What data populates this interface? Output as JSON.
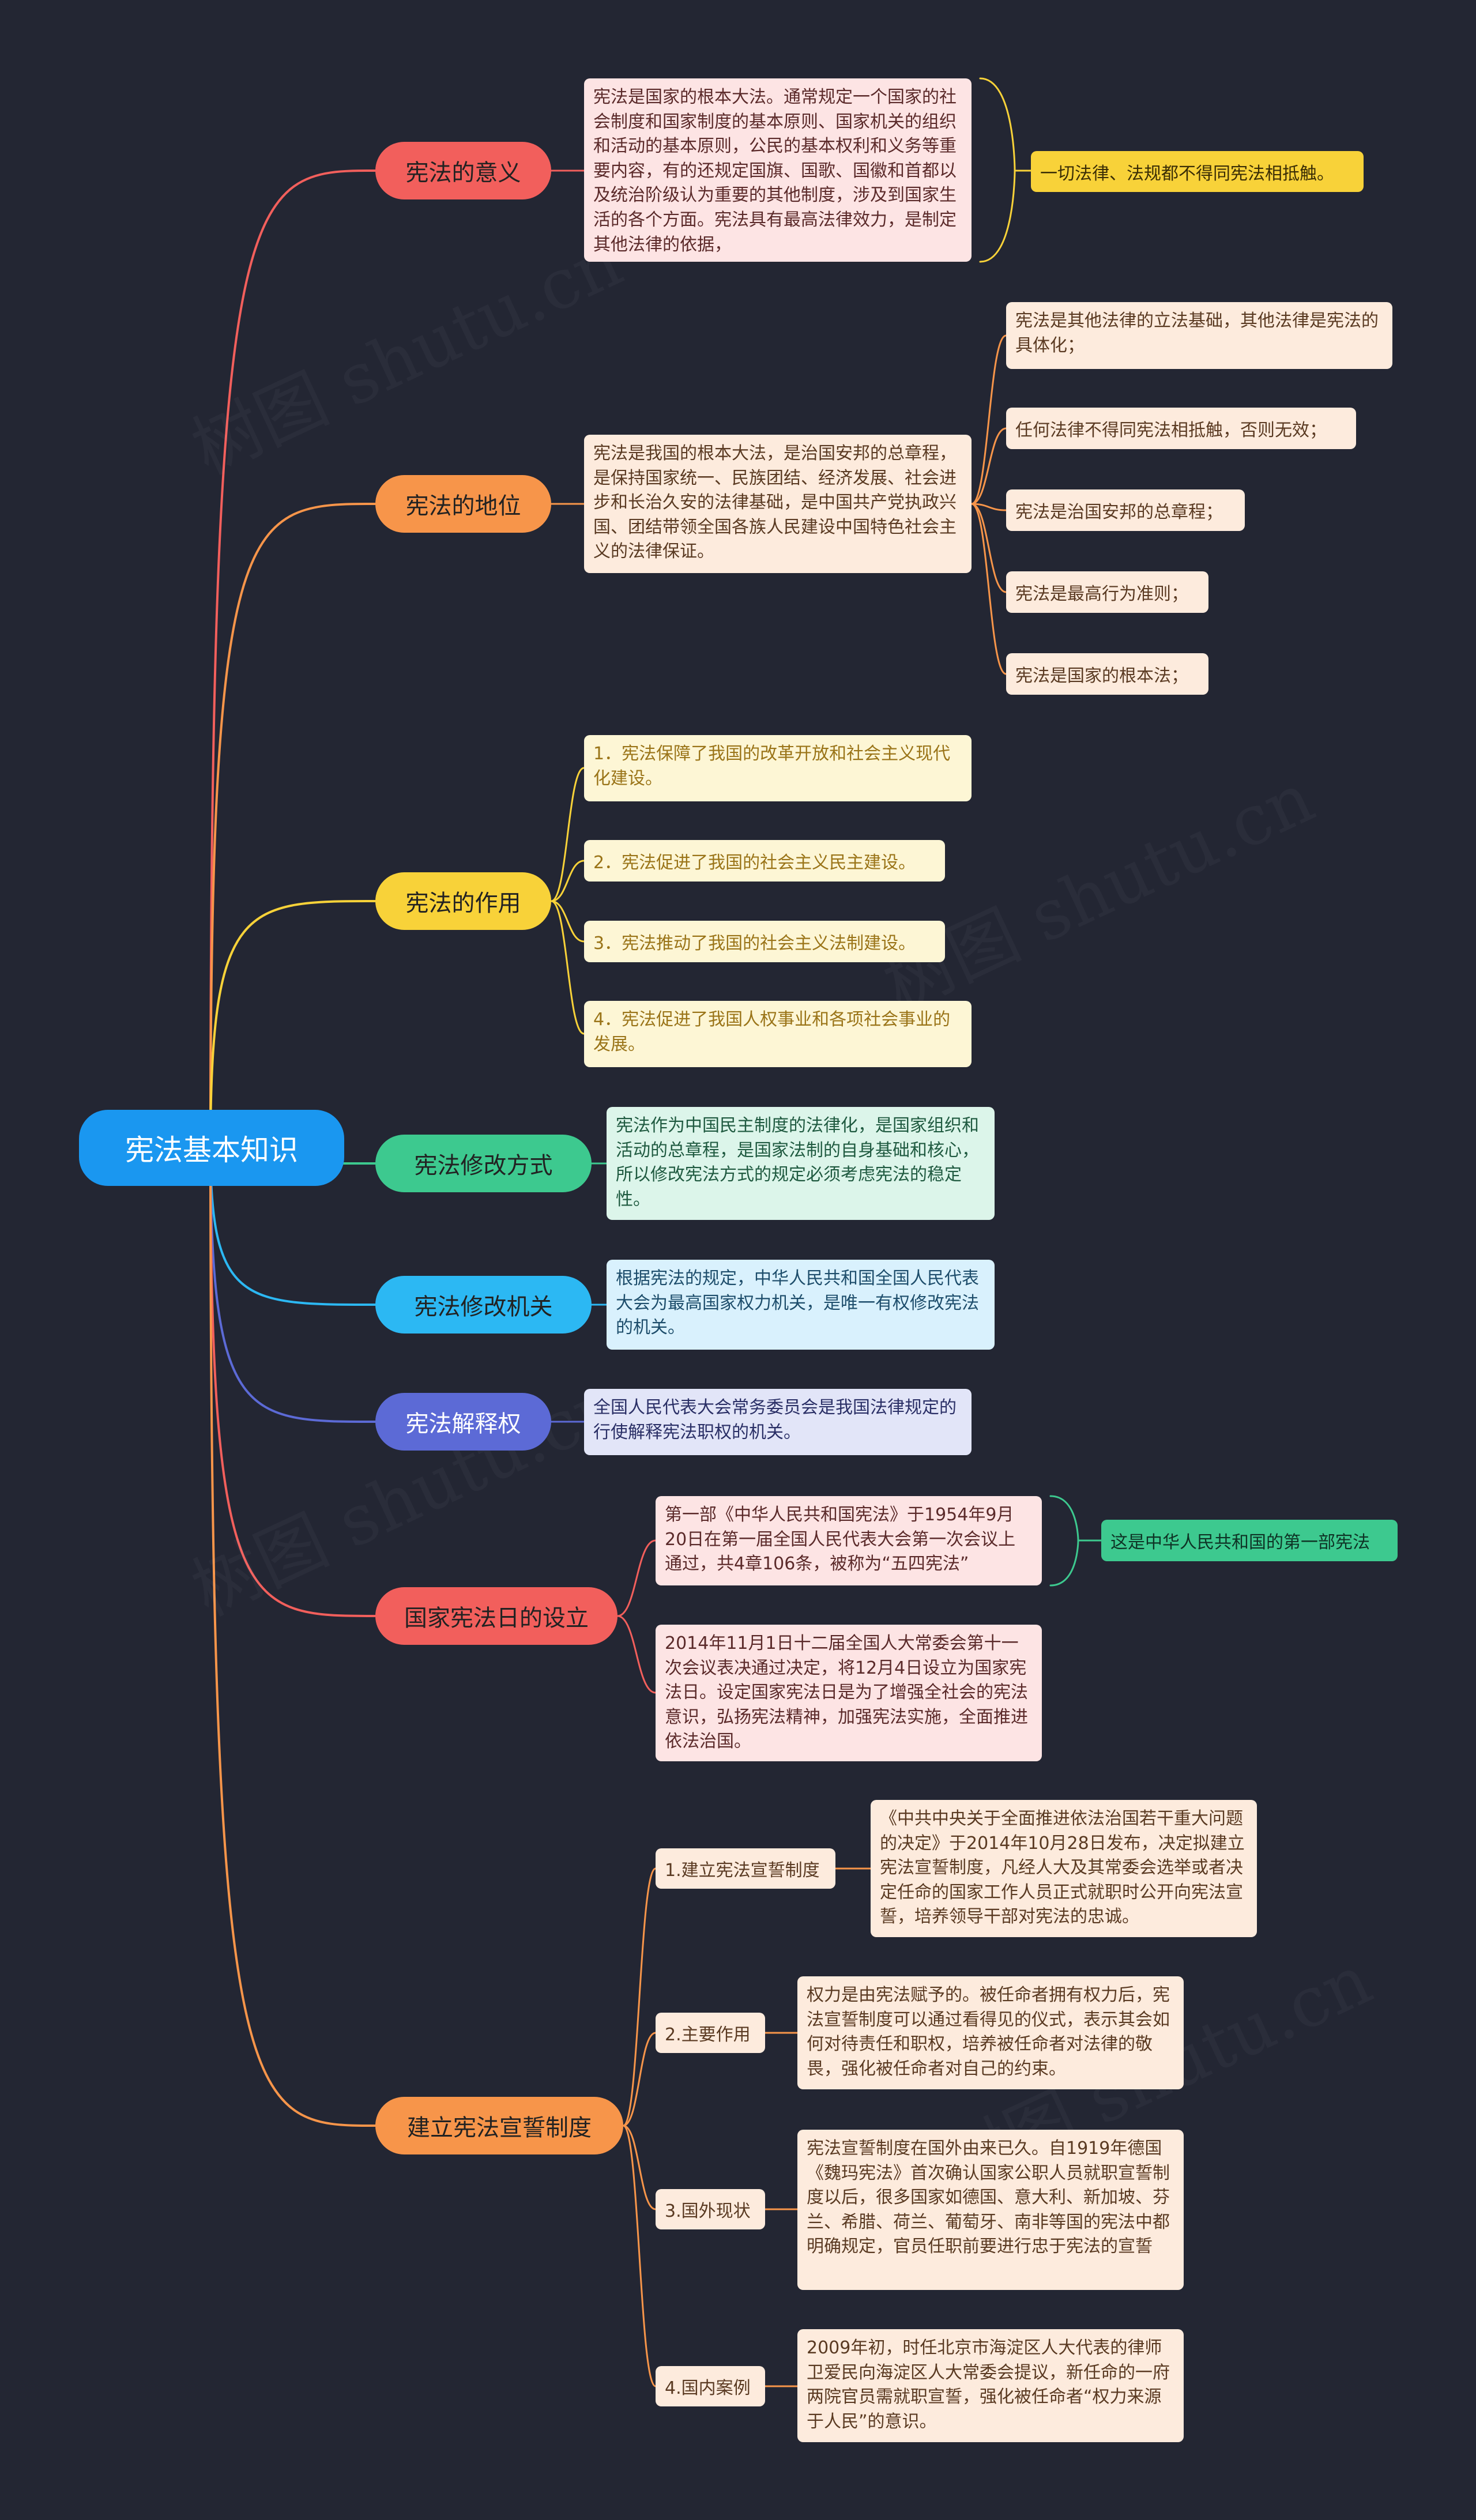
{
  "root": {
    "title": "宪法基本知识",
    "color": "#1a97f0"
  },
  "branches": [
    {
      "id": "b1",
      "label": "宪法的意义",
      "color": "#f25f5c",
      "items": [
        "宪法是国家的根本大法。通常规定一个国家的社会制度和国家制度的基本原则、国家机关的组织和活动的基本原则，公民的基本权利和义务等重要内容，有的还规定国旗、国歌、国徽和首都以及统治阶级认为重要的其他制度，涉及到国家生活的各个方面。宪法具有最高法律效力，是制定其他法律的依据，"
      ],
      "summary": "一切法律、法规都不得同宪法相抵触。"
    },
    {
      "id": "b2",
      "label": "宪法的地位",
      "color": "#f7954a",
      "items": [
        "宪法是我国的根本大法，是治国安邦的总章程，是保持国家统一、民族团结、经济发展、社会进步和长治久安的法律基础，是中国共产党执政兴国、团结带领全国各族人民建设中国特色社会主义的法律保证。"
      ],
      "subitems": [
        "宪法是其他法律的立法基础，其他法律是宪法的具体化；",
        "任何法律不得同宪法相抵触，否则无效；",
        "宪法是治国安邦的总章程；",
        "宪法是最高行为准则；",
        "宪法是国家的根本法；"
      ]
    },
    {
      "id": "b3",
      "label": "宪法的作用",
      "color": "#f8d239",
      "items": [
        "1．宪法保障了我国的改革开放和社会主义现代化建设。",
        "2．宪法促进了我国的社会主义民主建设。",
        "3．宪法推动了我国的社会主义法制建设。",
        "4．宪法促进了我国人权事业和各项社会事业的发展。"
      ]
    },
    {
      "id": "b4",
      "label": "宪法修改方式",
      "color": "#3dc98f",
      "items": [
        "宪法作为中国民主制度的法律化，是国家组织和活动的总章程，是国家法制的自身基础和核心，所以修改宪法方式的规定必须考虑宪法的稳定性。"
      ]
    },
    {
      "id": "b5",
      "label": "宪法修改机关",
      "color": "#2cb8f3",
      "items": [
        "根据宪法的规定，中华人民共和国全国人民代表大会为最高国家权力机关，是唯一有权修改宪法的机关。"
      ]
    },
    {
      "id": "b6",
      "label": "宪法解释权",
      "color": "#5c6ad6",
      "items": [
        "全国人民代表大会常务委员会是我国法律规定的行使解释宪法职权的机关。"
      ]
    },
    {
      "id": "b7",
      "label": "国家宪法日的设立",
      "color": "#f25f5c",
      "items": [
        "第一部《中华人民共和国宪法》于1954年9月20日在第一届全国人民代表大会第一次会议上通过，共4章106条，被称为“五四宪法”",
        "2014年11月1日十二届全国人大常委会第十一次会议表决通过决定，将12月4日设立为国家宪法日。设定国家宪法日是为了增强全社会的宪法意识，弘扬宪法精神，加强宪法实施，全面推进依法治国。"
      ],
      "summary": "这是中华人民共和国的第一部宪法"
    },
    {
      "id": "b8",
      "label": "建立宪法宣誓制度",
      "color": "#f7954a",
      "subbranches": [
        {
          "label": "1.建立宪法宣誓制度",
          "text": "《中共中央关于全面推进依法治国若干重大问题的决定》于2014年10月28日发布，决定拟建立宪法宣誓制度，凡经人大及其常委会选举或者决定任命的国家工作人员正式就职时公开向宪法宣誓，培养领导干部对宪法的忠诚。"
        },
        {
          "label": "2.主要作用",
          "text": "权力是由宪法赋予的。被任命者拥有权力后，宪法宣誓制度可以通过看得见的仪式，表示其会如何对待责任和职权，培养被任命者对法律的敬畏，强化被任命者对自己的约束。"
        },
        {
          "label": "3.国外现状",
          "text": "宪法宣誓制度在国外由来已久。自1919年德国《魏玛宪法》首次确认国家公职人员就职宣誓制度以后，很多国家如德国、意大利、新加坡、芬兰、希腊、荷兰、葡萄牙、南非等国的宪法中都明确规定，官员任职前要进行忠于宪法的宣誓"
        },
        {
          "label": "4.国内案例",
          "text": "2009年初，时任北京市海淀区人大代表的律师卫爱民向海淀区人大常委会提议，新任命的一府两院官员需就职宣誓，强化被任命者“权力来源于人民”的意识。"
        }
      ]
    }
  ],
  "palette": {
    "background": "#232633",
    "leaf_red_bg": "#fde4e4",
    "leaf_red_fg": "#5b2a2a",
    "leaf_orange_bg": "#fdebdd",
    "leaf_orange_fg": "#5a3a22",
    "leaf_yellow_bg": "#fdf6d5",
    "leaf_yellow_fg": "#9a7418",
    "leaf_green_bg": "#dcf5ea",
    "leaf_green_fg": "#1f5a40",
    "leaf_blue_bg": "#d9f1fd",
    "leaf_blue_fg": "#1d4d6b",
    "leaf_indigo_bg": "#e2e5f8",
    "leaf_indigo_fg": "#2a2f66"
  }
}
